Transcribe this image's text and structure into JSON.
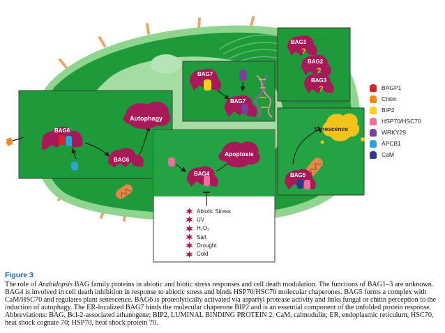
{
  "labels": {
    "bag1": "BAG1",
    "bag2": "BAG2",
    "bag3": "BAG3",
    "bag4": "BAG4",
    "bag5": "BAG5",
    "bag6_top": "BAG6",
    "bag6_bottom": "BAG6",
    "bag7_top": "BAG7",
    "bag7_bottom": "BAG7",
    "autophagy": "Autophagy",
    "apoptosis": "Apoptosis",
    "senescence": "Senescence",
    "unknown_mark": "?"
  },
  "legend": [
    {
      "label": "BAGP1",
      "color": "#d9222a"
    },
    {
      "label": "Chitin",
      "color": "#ef8a1d"
    },
    {
      "label": "BIP2",
      "color": "#f7d21c"
    },
    {
      "label": "HSP70/HSC70",
      "color": "#ef6f9e"
    },
    {
      "label": "WRKY29",
      "color": "#7b3fa0"
    },
    {
      "label": "APCB1",
      "color": "#2aa5d8"
    },
    {
      "label": "CaM",
      "color": "#2d3a8c"
    }
  ],
  "stresses": [
    {
      "label": "Abiotic Stress"
    },
    {
      "label": "UV"
    },
    {
      "label": "H₂O₂"
    },
    {
      "label": "Salt"
    },
    {
      "label": "Drought"
    },
    {
      "label": "Cold"
    }
  ],
  "caption": {
    "title": "Figure 3",
    "text_1": "The role of ",
    "species": "Arabidopsis",
    "text_2": " BAG family proteins in abiotic and biotic stress responses and cell death modulation. The functions of BAG1–3 are unknown. BAG4 is involved in cell death inhibition in response to abiotic stress and binds HSP70/HSC70 molecular chaperones. BAG5 forms a complex with CaM/HSC70 and regulates plant senescence. BAG6 is proteolytically activated via aspartyl protease activity and links fungal or chitin perception to the induction of autophagy. The ER-localized BAG7 binds the molecular chaperone BIP2 and is an essential component of the unfolded protein response. Abbreviations: BAG, Bcl-2-associated athanogene; BIP2, LUMINAL BINDING PROTEIN 2; CaM, calmodulin; ER, endoplasmic reticulum; HSC70, heat shock cognate 70; HSP70, heat shock protein 70."
  },
  "colors": {
    "cell_dark": "#1e9a3a",
    "cell_light": "#8fd48f",
    "vacuole": "#a4dca4",
    "bag_magenta": "#a8195a",
    "box_green": "#23a343",
    "senescence": "#f5c21b"
  }
}
